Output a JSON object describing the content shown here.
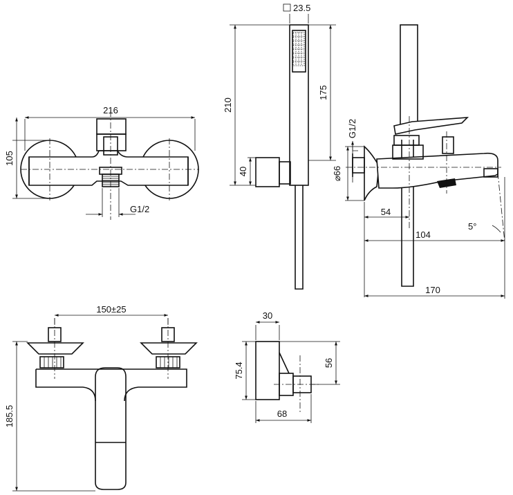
{
  "front_view": {
    "width": "216",
    "height": "105",
    "connection": "G1/2"
  },
  "hand_shower": {
    "section": "23.5",
    "total_height": "210",
    "head_height": "175",
    "holder_height": "40"
  },
  "side_view": {
    "connection": "G1/2",
    "rosette_diameter": "⌀66",
    "wall_to_axis": "54",
    "spout_axis": "104",
    "spout_angle": "5°",
    "total_depth": "170"
  },
  "top_view": {
    "centers": "150±25",
    "height": "185.5"
  },
  "holder_detail": {
    "width": "30",
    "height": "75.4",
    "outlet_height": "56",
    "depth": "68"
  }
}
